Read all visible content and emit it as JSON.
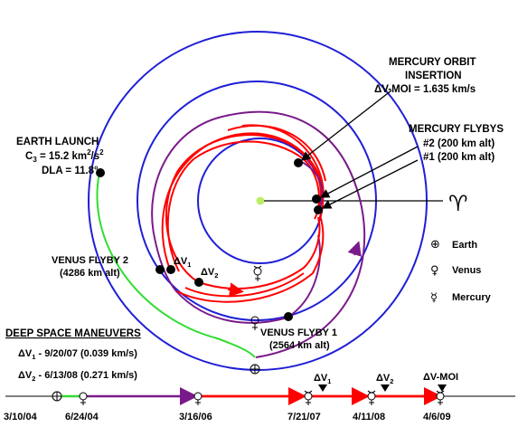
{
  "labels": {
    "earth_launch": {
      "title": "EARTH LAUNCH",
      "c3": "C",
      "c3_sub": "3",
      "c3_value": " = 15.2 km",
      "c3_sup1": "2",
      "c3_mid": "/s",
      "c3_sup2": "2",
      "dla": "DLA = 11.8°"
    },
    "moi": {
      "line1": "MERCURY ORBIT",
      "line2": "INSERTION",
      "line3": "ΔV-MOI = 1.635 km/s"
    },
    "mercury_flybys": {
      "title": "MERCURY FLYBYS",
      "fb2": "#2 (200 km alt)",
      "fb1": "#1 (200 km alt)"
    },
    "venus_flyby_2": {
      "line1": "VENUS FLYBY 2",
      "line2": "(4286 km alt)"
    },
    "venus_flyby_1": {
      "line1": "VENUS FLYBY 1",
      "line2": "(2564 km alt)"
    },
    "dv1": {
      "delta": "ΔV",
      "sub": "1"
    },
    "dv2": {
      "delta": "ΔV",
      "sub": "2"
    },
    "aries": "♈"
  },
  "legend": {
    "items": [
      {
        "symbol": "⊕",
        "label": "Earth",
        "icon": "earth-icon"
      },
      {
        "symbol": "♀",
        "label": "Venus",
        "icon": "venus-icon"
      },
      {
        "symbol": "☿",
        "label": "Mercury",
        "icon": "mercury-icon"
      }
    ]
  },
  "dsm": {
    "title": "DEEP SPACE MANEUVERS",
    "dv1": {
      "delta": "ΔV",
      "sub": "1",
      "text": " - 9/20/07 (0.039 km/s)"
    },
    "dv2": {
      "delta": "ΔV",
      "sub": "2",
      "text": " - 6/13/08 (0.271 km/s)"
    }
  },
  "timeline": {
    "dates": [
      "3/10/04",
      "6/24/04",
      "3/16/06",
      "7/21/07",
      "4/11/08",
      "4/6/09"
    ],
    "event_labels": {
      "dv1": {
        "delta": "ΔV",
        "sub": "1"
      },
      "dv2": {
        "delta": "ΔV",
        "sub": "2"
      },
      "moi": "ΔV-MOI"
    }
  },
  "colors": {
    "earth_orbit": "#1f1fd6",
    "venus_orbit": "#1f1fd6",
    "mercury_orbit": "#1f1fd6",
    "transfer_green": "#33dd33",
    "transfer_purple": "#7a1a8a",
    "transfer_red": "#ff0000",
    "sun": "#bbee66",
    "line": "#000000"
  }
}
